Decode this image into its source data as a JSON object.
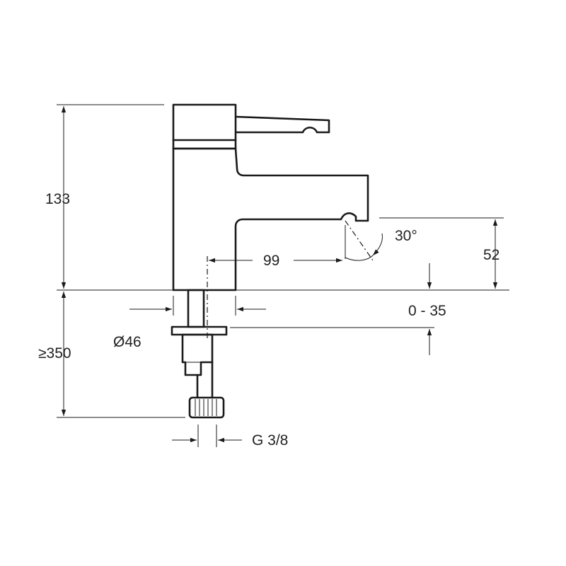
{
  "dimensions": {
    "total_height": "133",
    "min_hose_length": "≥350",
    "spout_reach": "99",
    "spout_height": "52",
    "spout_angle": "30°",
    "deck_thickness": "0 - 35",
    "base_diameter": "Ø46",
    "connection": "G 3/8"
  },
  "colors": {
    "line": "#1a1a1a",
    "background": "#ffffff"
  }
}
